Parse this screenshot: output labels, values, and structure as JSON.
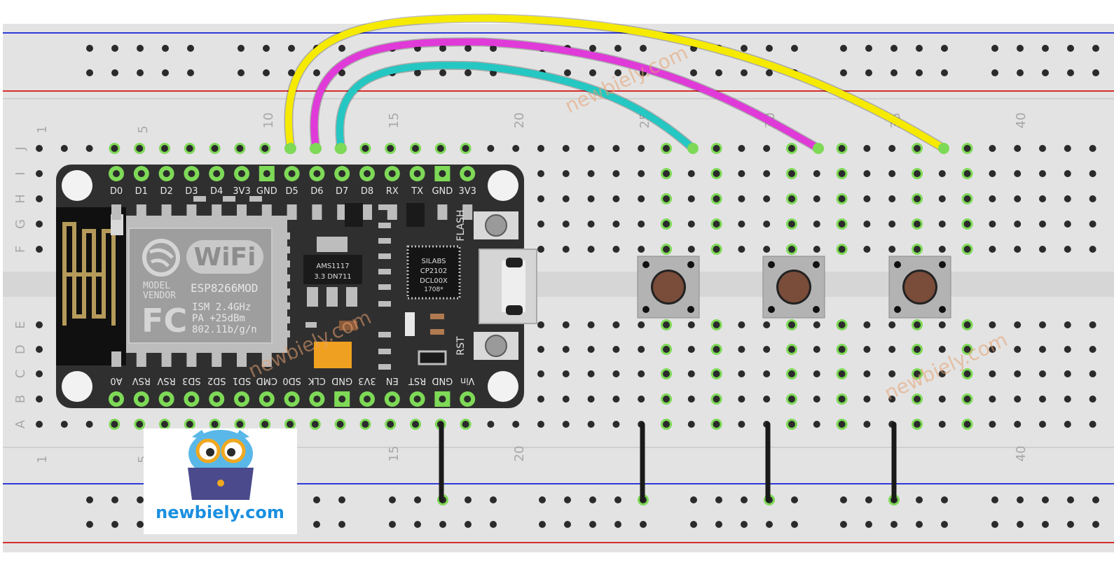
{
  "breadboard": {
    "column_numbers": [
      "1",
      "5",
      "10",
      "15",
      "20",
      "25",
      "30",
      "35",
      "40"
    ],
    "row_letters_top": [
      "J",
      "I",
      "H",
      "G",
      "F"
    ],
    "row_letters_bottom": [
      "E",
      "D",
      "C",
      "B",
      "A"
    ],
    "colors": {
      "body": "#e3e3e3",
      "hole": "#2b2b2b",
      "active": "#7ed957",
      "rail_blue": "#2e3bd6",
      "rail_red": "#d62e2e"
    }
  },
  "board": {
    "top_pins": [
      "D0",
      "D1",
      "D2",
      "D3",
      "D4",
      "3V3",
      "GND",
      "D5",
      "D6",
      "D7",
      "D8",
      "RX",
      "TX",
      "GND",
      "3V3"
    ],
    "bottom_pins": [
      "A0",
      "RSV",
      "RSV",
      "SD3",
      "SD2",
      "SD1",
      "CMD",
      "SD0",
      "CLK",
      "GND",
      "3V3",
      "EN",
      "RST",
      "GND",
      "Vin"
    ],
    "flash_label": "FLASH",
    "rst_label": "RST",
    "module": {
      "wifi_logo": "WiFi",
      "model_line": "MODEL",
      "vendor_line": "VENDOR",
      "model_name": "ESP8266MOD",
      "fcc": "FC",
      "spec_1": "ISM 2.4GHz",
      "spec_2": "PA  +25dBm",
      "spec_3": "802.11b/g/n"
    },
    "regulator": {
      "line_1": "AMS1117",
      "line_2": "3.3  DN711"
    },
    "usb_chip": {
      "line_1": "SILABS",
      "line_2": "CP2102",
      "line_3": "DCL00X",
      "line_4": "1708*"
    },
    "colors": {
      "pcb": "#2f2f2f",
      "pin_pad": "#7ed957"
    }
  },
  "wires": [
    {
      "name": "yellow-wire",
      "color": "#f5ea00",
      "from_pin": "D5",
      "to": "button-3"
    },
    {
      "name": "magenta-wire",
      "color": "#e03ad8",
      "from_pin": "D6",
      "to": "button-2"
    },
    {
      "name": "cyan-wire",
      "color": "#25c7c2",
      "from_pin": "D7",
      "to": "button-1"
    }
  ],
  "buttons": [
    "button-1",
    "button-2",
    "button-3"
  ],
  "watermark": "newbiely.com",
  "logo": {
    "text": "newbiely.com",
    "color": "#1a8fe0"
  }
}
